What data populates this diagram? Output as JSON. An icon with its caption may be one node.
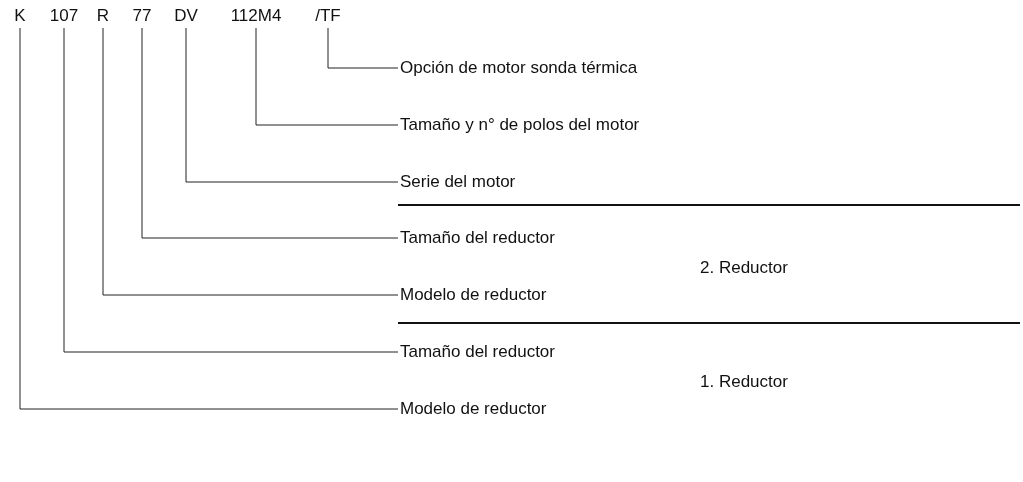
{
  "diagram": {
    "nodes": [
      {
        "text": [
          "K"
        ]
      },
      {
        "text": [
          "107"
        ]
      },
      {
        "text": [
          "R"
        ]
      },
      {
        "text": [
          "77"
        ]
      },
      {
        "text": [
          "DV"
        ]
      },
      {
        "text": [
          "112M4"
        ]
      },
      {
        "text": [
          "/TF"
        ]
      },
      {
        "text": [
          "Opción de motor sonda térmica"
        ]
      },
      {
        "text": [
          "Tamaño y n° de polos del motor"
        ]
      },
      {
        "text": [
          "Serie del motor"
        ]
      },
      {
        "text": [
          "Tamaño del reductor"
        ]
      },
      {
        "text": [
          "Modelo de reductor"
        ]
      },
      {
        "text": [
          "Tamaño del reductor"
        ]
      },
      {
        "text": [
          "Modelo de reductor"
        ]
      }
    ],
    "edges": [
      {
        "from": 6,
        "to": 7,
        "arrow": "none"
      },
      {
        "from": 5,
        "to": 8,
        "arrow": "none"
      },
      {
        "from": 4,
        "to": 9,
        "arrow": "none"
      },
      {
        "from": 3,
        "to": 10,
        "arrow": "none"
      },
      {
        "from": 2,
        "to": 11,
        "arrow": "none"
      },
      {
        "from": 1,
        "to": 12,
        "arrow": "none"
      },
      {
        "from": 0,
        "to": 13,
        "arrow": "none"
      }
    ],
    "labels": [
      "2. Reductor",
      "1. Reductor"
    ]
  }
}
